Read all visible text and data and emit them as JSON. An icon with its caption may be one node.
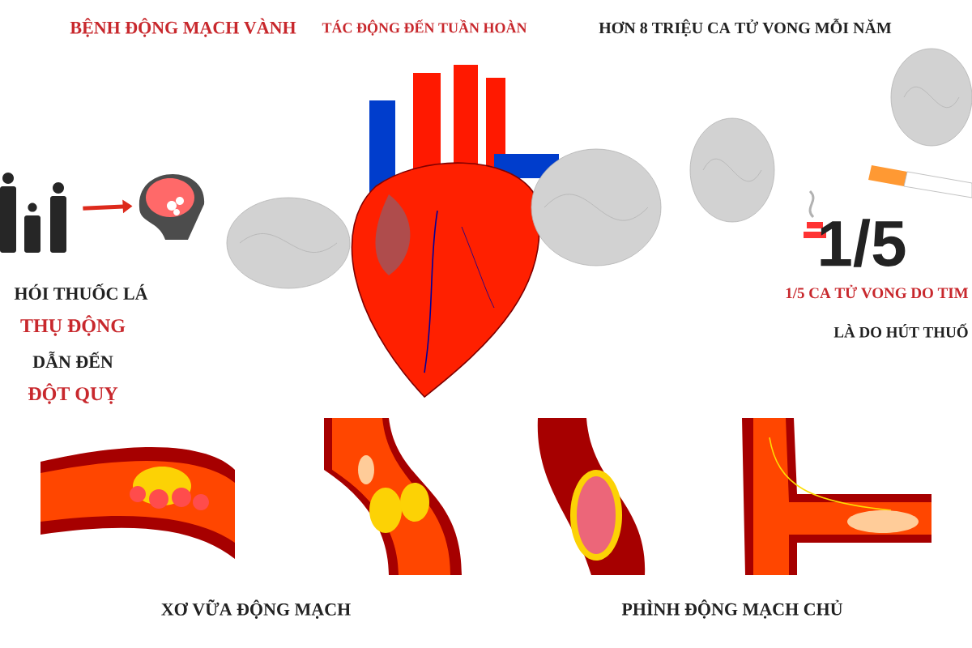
{
  "diagram": {
    "nodes": [
      {
        "text": [],
        "shape": "person"
      },
      {
        "text": [],
        "shape": "picture"
      }
    ],
    "edges": [
      {
        "from": 0,
        "to": 1,
        "arrow": "to"
      }
    ],
    "labels": [
      "BỆNH ĐỘNG MẠCH VÀNH",
      "TÁC ĐỘNG ĐẾN TUẦN HOÀN",
      "HƠN 8 TRIỆU CA TỬ VONG MỖI NĂM",
      "HÓI THUỐC LÁ",
      "THỤ ĐỘNG",
      "DẪN ĐẾN",
      "ĐỘT QUỴ",
      "1/5",
      "1/5 CA TỬ VONG DO TIM",
      "LÀ DO HÚT THUỐ",
      "XƠ VỮA ĐỘNG MẠCH",
      "PHÌNH ĐỘNG MẠCH CHỦ"
    ]
  }
}
